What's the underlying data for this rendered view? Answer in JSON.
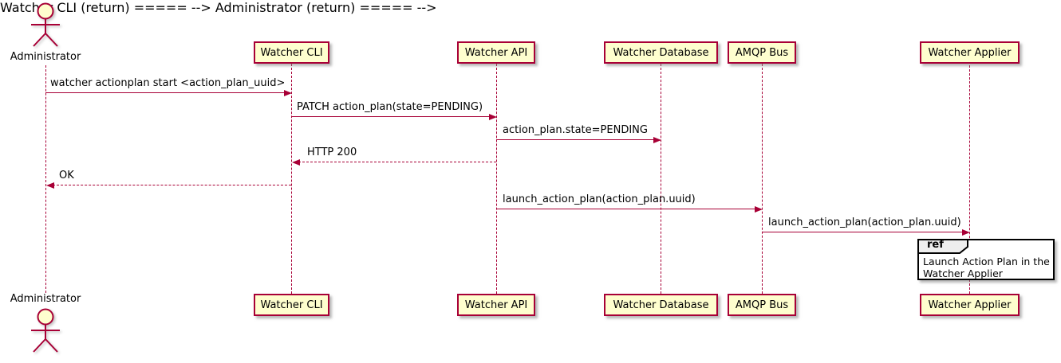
{
  "diagram_type": "uml-sequence",
  "actor": {
    "label": "Administrator"
  },
  "participants": [
    {
      "label": "Watcher CLI"
    },
    {
      "label": "Watcher API"
    },
    {
      "label": "Watcher Database"
    },
    {
      "label": "AMQP Bus"
    },
    {
      "label": "Watcher Applier"
    }
  ],
  "messages": [
    {
      "from": "Administrator",
      "to": "Watcher CLI",
      "style": "solid",
      "label": "watcher actionplan start <action_plan_uuid>"
    },
    {
      "from": "Watcher CLI",
      "to": "Watcher API",
      "style": "solid",
      "label": "PATCH action_plan(state=PENDING)"
    },
    {
      "from": "Watcher API",
      "to": "Watcher Database",
      "style": "solid",
      "label": "action_plan.state=PENDING"
    },
    {
      "from": "Watcher API",
      "to": "Watcher CLI",
      "style": "dashed-return",
      "label": "HTTP 200"
    },
    {
      "from": "Watcher CLI",
      "to": "Administrator",
      "style": "dashed-return",
      "label": "OK"
    },
    {
      "from": "Watcher API",
      "to": "AMQP Bus",
      "style": "solid",
      "label": "launch_action_plan(action_plan.uuid)"
    },
    {
      "from": "AMQP Bus",
      "to": "Watcher Applier",
      "style": "solid",
      "label": "launch_action_plan(action_plan.uuid)"
    }
  ],
  "ref": {
    "keyword": "ref",
    "over": "Watcher Applier",
    "lines": [
      "Launch Action Plan in the",
      "Watcher Applier"
    ]
  },
  "colors": {
    "participant_fill": "#FEFECE",
    "participant_border": "#A80036",
    "lifeline": "#A80036",
    "arrow": "#A80036",
    "text": "#000000",
    "ref_border": "#000000",
    "ref_header_fill": "#EEEEEE",
    "background": "#FFFFFF"
  }
}
